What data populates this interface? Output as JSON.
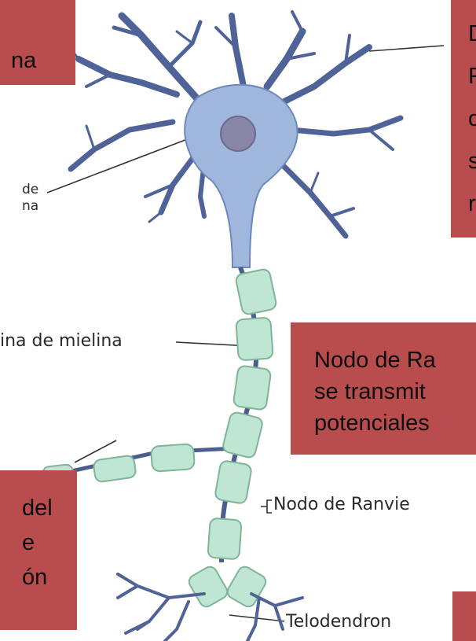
{
  "colors": {
    "callout_bg": "#b94c4c",
    "soma": "#9fb6dd",
    "soma_edge": "#6f88bb",
    "nucleus": "#8a86a8",
    "dendrite": "#4f6398",
    "myelin": "#bfe6d2",
    "myelin_edge": "#7fb49a",
    "axon": "#4a5f8f"
  },
  "callouts": {
    "top_left": {
      "lines": [
        "na"
      ]
    },
    "top_right": {
      "lines": [
        "D",
        "F",
        "c",
        "s",
        "r"
      ]
    },
    "middle_right": {
      "lines": [
        "Nodo de Ra",
        "se transmit",
        "potenciales"
      ]
    },
    "bottom_left": {
      "lines": [
        "del",
        "e",
        "ón"
      ]
    },
    "bottom_right": {
      "lines": [
        ""
      ]
    }
  },
  "labels": {
    "soma_label_top": "de",
    "soma_label_bottom": "na",
    "myelin_sheath": "ina de mielina",
    "ranvier_node": "Nodo de Ranvie",
    "telodendron": "Telodendron"
  }
}
